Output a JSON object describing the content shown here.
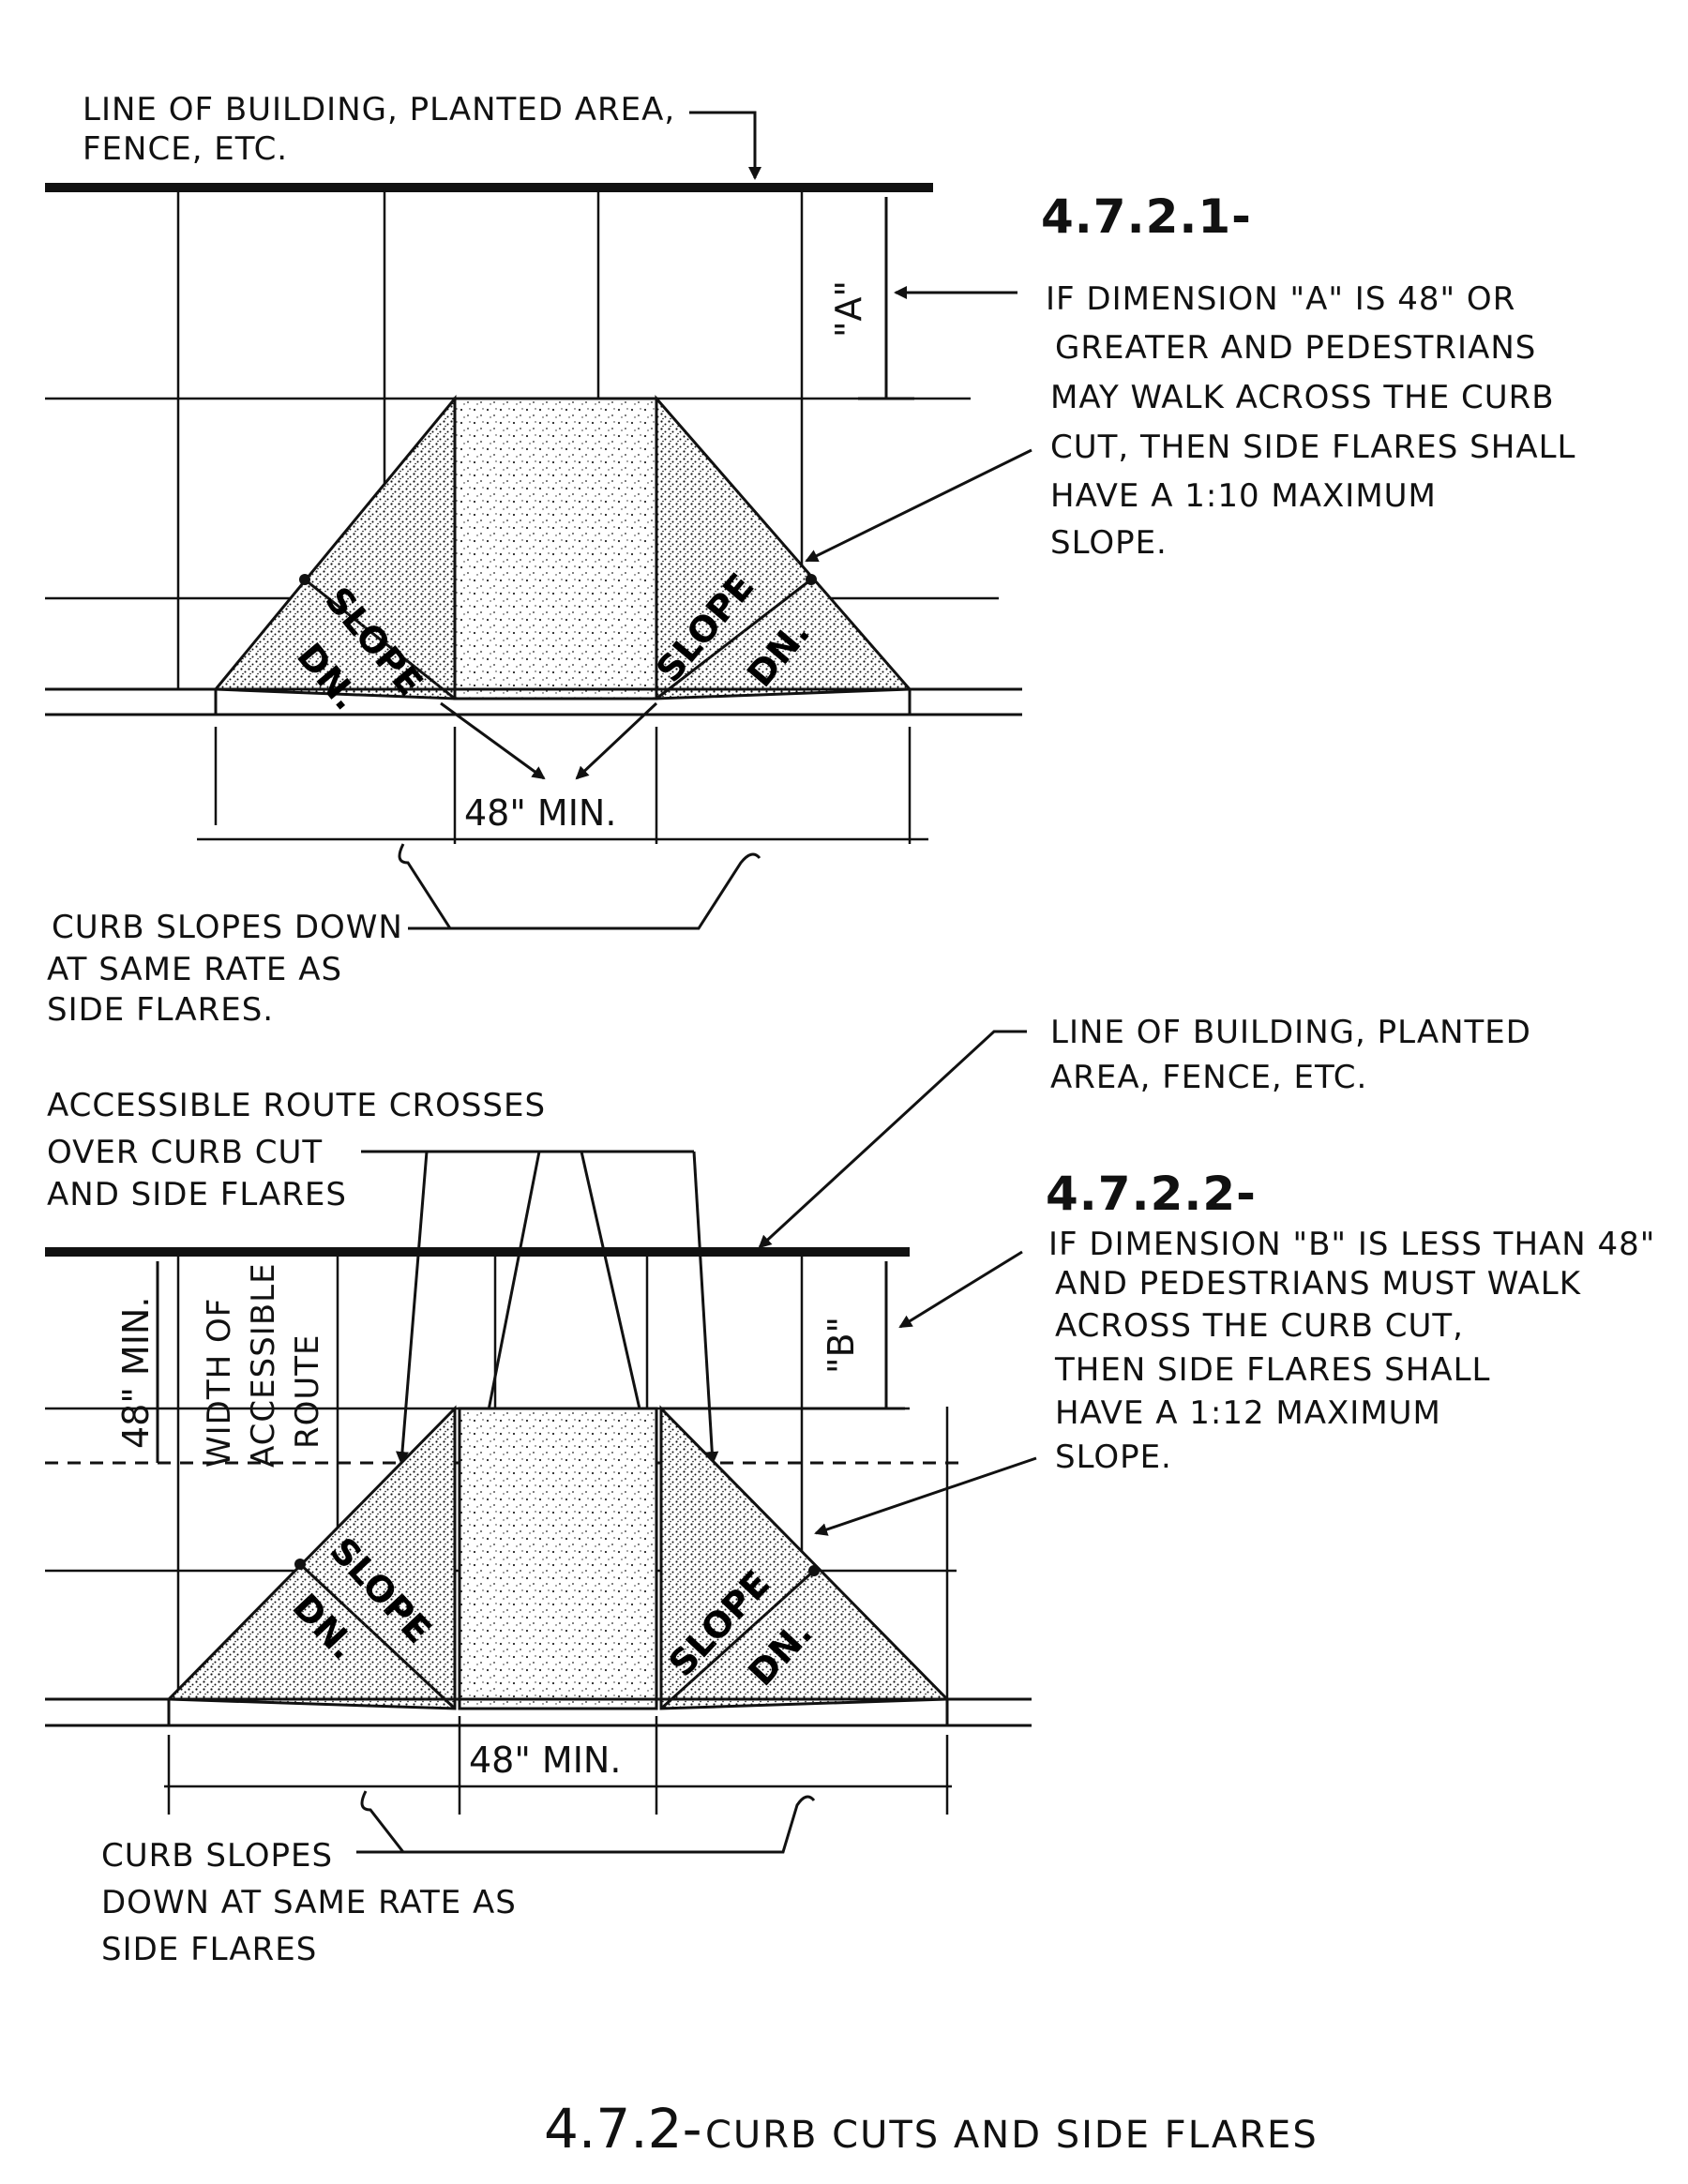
{
  "top": {
    "building_line_label": [
      "LINE OF BUILDING, PLANTED AREA,",
      "FENCE, ETC."
    ],
    "dim_a": "\"A\"",
    "section_num": "4.7.2.1-",
    "note": [
      "IF DIMENSION \"A\" IS 48\" OR",
      "GREATER AND PEDESTRIANS",
      "MAY WALK ACROSS THE CURB",
      "CUT, THEN SIDE FLARES SHALL",
      "HAVE A 1:10 MAXIMUM",
      "SLOPE."
    ],
    "slope_word": "SLOPE",
    "dn_word": "DN.",
    "min_width": "48\" MIN.",
    "curb_note": [
      "CURB SLOPES DOWN",
      "AT SAME RATE AS",
      "SIDE FLARES."
    ]
  },
  "bottom": {
    "building_line_label": [
      "LINE OF BUILDING, PLANTED",
      "AREA, FENCE, ETC."
    ],
    "route_label": [
      "ACCESSIBLE ROUTE CROSSES",
      "OVER CURB CUT",
      "AND SIDE FLARES"
    ],
    "section_num": "4.7.2.2-",
    "note": [
      "IF DIMENSION \"B\" IS LESS THAN 48\"",
      "AND PEDESTRIANS MUST WALK",
      "ACROSS THE CURB CUT,",
      "THEN SIDE FLARES SHALL",
      "HAVE A 1:12 MAXIMUM",
      "SLOPE."
    ],
    "dim_b": "\"B\"",
    "dim_48min": "48\" MIN.",
    "route_width": [
      "WIDTH OF",
      "ACCESSIBLE",
      "ROUTE"
    ],
    "slope_word": "SLOPE",
    "dn_word": "DN.",
    "min_width": "48\" MIN.",
    "curb_note": [
      "CURB SLOPES",
      "DOWN AT SAME RATE AS",
      "SIDE FLARES"
    ]
  },
  "caption": {
    "number": "4.7.2-",
    "title": "CURB CUTS AND SIDE FLARES"
  }
}
